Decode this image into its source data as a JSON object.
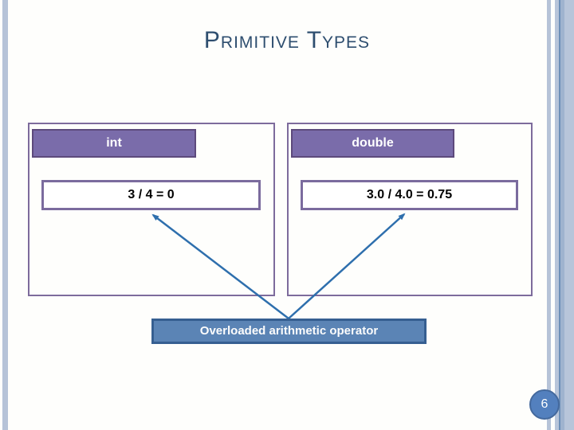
{
  "title": "Primitive Types",
  "panels": {
    "int": {
      "header": "int",
      "value": "3 / 4 = 0"
    },
    "double": {
      "header": "double",
      "value": "3.0 / 4.0 = 0.75"
    }
  },
  "callout": {
    "label": "Overloaded arithmetic operator"
  },
  "page": {
    "number": "6"
  },
  "colors": {
    "title_text": "#2E4E6F",
    "panel_border": "#7D6B9C",
    "header_fill": "#7A6CAA",
    "header_border": "#5D4A7C",
    "value_box_border": "#7B6B9E",
    "value_text": "#000000",
    "header_text": "#FFFFFF",
    "callout_fill": "#5B84B5",
    "callout_border": "#365F91",
    "connector": "#2E6FAD",
    "edge_stripe": "#B6C3D8",
    "page_badge_fill": "#5380BE"
  }
}
